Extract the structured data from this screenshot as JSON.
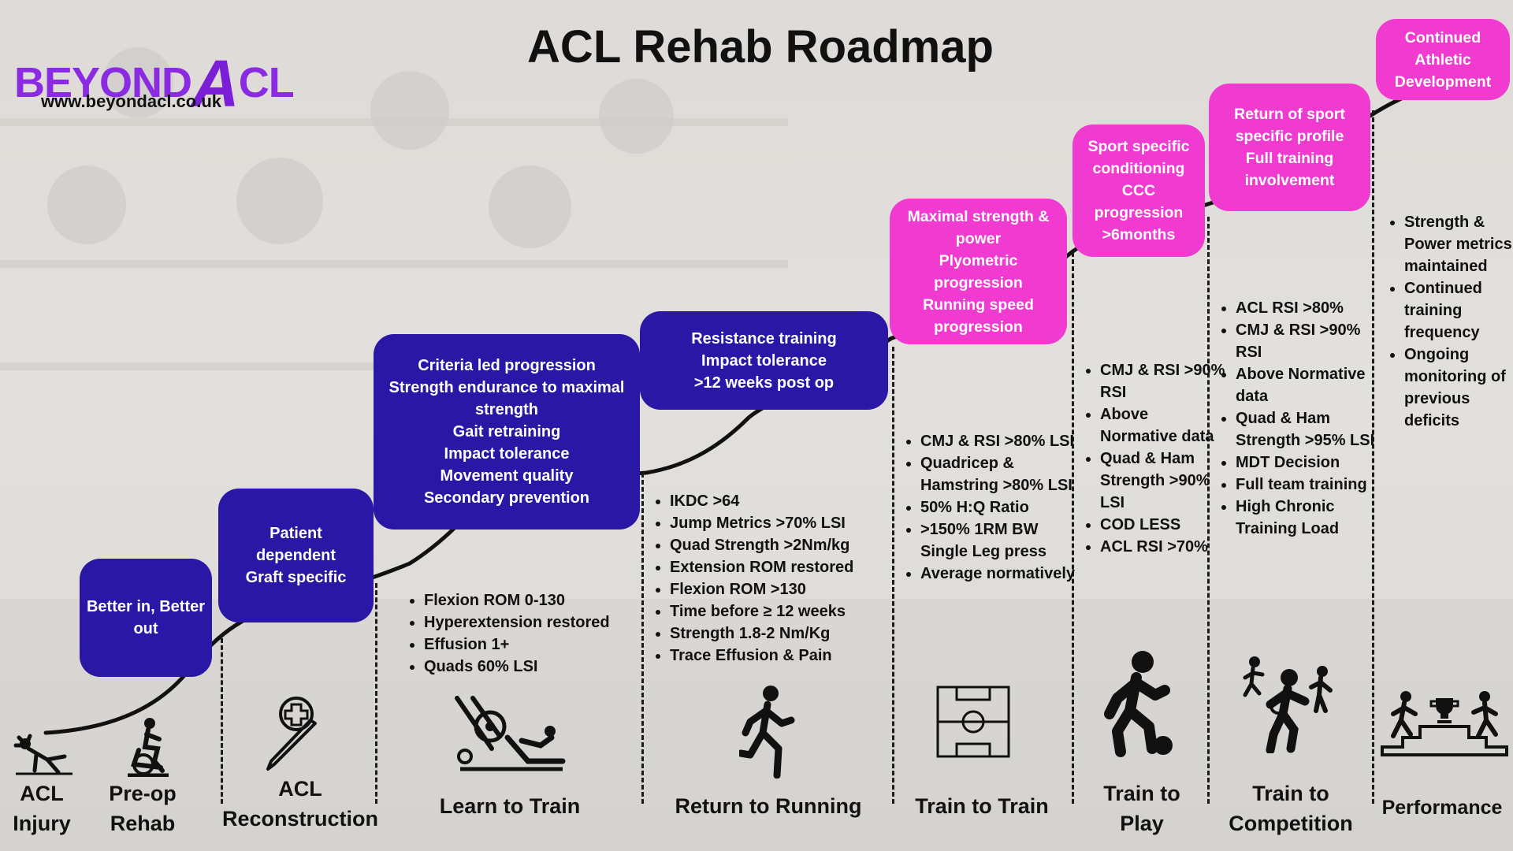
{
  "logo": {
    "word_left": "BEYOND",
    "word_a": "A",
    "word_right": "CL",
    "url": "www.beyondacl.co.uk"
  },
  "title": "ACL Rehab Roadmap",
  "colors": {
    "blue": "#2a17a6",
    "pink": "#f03ad0",
    "brand": "#8a2be2"
  },
  "phases": [
    {
      "lines": [
        "Better in, Better",
        "out"
      ]
    },
    {
      "lines": [
        "Patient",
        "dependent",
        "Graft specific"
      ]
    },
    {
      "lines": [
        "Criteria led progression",
        "Strength endurance to maximal",
        "strength",
        "Gait retraining",
        "Impact tolerance",
        "Movement quality",
        "Secondary prevention"
      ]
    },
    {
      "lines": [
        "Resistance training",
        "Impact tolerance",
        ">12 weeks post op"
      ]
    },
    {
      "lines": [
        "Maximal strength &",
        "power",
        "Plyometric",
        "progression",
        "Running speed",
        "progression"
      ]
    },
    {
      "lines": [
        "Sport specific",
        "conditioning",
        "CCC",
        "progression",
        ">6months"
      ]
    },
    {
      "lines": [
        "Return of sport",
        "specific profile",
        "Full training",
        "involvement"
      ]
    },
    {
      "lines": [
        "Continued",
        "Athletic",
        "Development"
      ]
    }
  ],
  "criteria": [
    [
      "Flexion ROM 0-130",
      "Hyperextension restored",
      "Effusion 1+",
      "Quads 60% LSI"
    ],
    [
      "IKDC >64",
      "Jump Metrics >70% LSI",
      "Quad Strength >2Nm/kg",
      "Extension ROM restored",
      "Flexion ROM >130",
      "Time before ≥ 12 weeks",
      "Strength 1.8-2 Nm/Kg",
      "Trace Effusion & Pain"
    ],
    [
      "CMJ & RSI >80% LSI",
      "Quadricep & Hamstring >80% LSI",
      "50% H:Q Ratio",
      ">150% 1RM BW Single Leg press",
      "Average normatively"
    ],
    [
      "CMJ & RSI >90% RSI",
      "Above Normative data",
      "Quad & Ham Strength >90% LSI",
      "COD LESS",
      "ACL RSI >70%"
    ],
    [
      "ACL RSI >80%",
      "CMJ & RSI >90% RSI",
      "Above Normative data",
      "Quad & Ham Strength >95% LSI",
      "MDT Decision",
      "Full team training",
      "High Chronic Training Load"
    ],
    [
      "Strength & Power metrics maintained",
      "Continued training frequency",
      "Ongoing monitoring of previous deficits"
    ]
  ],
  "stages": [
    {
      "lines": [
        "ACL",
        "Injury"
      ],
      "icon": "injured-person-icon"
    },
    {
      "lines": [
        "Pre-op",
        "Rehab"
      ],
      "icon": "exercise-bike-icon"
    },
    {
      "lines": [
        "ACL",
        "Reconstruction"
      ],
      "icon": "scalpel-medical-icon"
    },
    {
      "lines": [
        "Learn to Train"
      ],
      "icon": "leg-press-icon"
    },
    {
      "lines": [
        "Return to Running"
      ],
      "icon": "runner-icon"
    },
    {
      "lines": [
        "Train to Train"
      ],
      "icon": "football-pitch-icon"
    },
    {
      "lines": [
        "Train to",
        "Play"
      ],
      "icon": "footballer-icon"
    },
    {
      "lines": [
        "Train to",
        "Competition"
      ],
      "icon": "competition-players-icon"
    },
    {
      "lines": [
        "Performance"
      ],
      "icon": "podium-trophy-icon"
    }
  ]
}
